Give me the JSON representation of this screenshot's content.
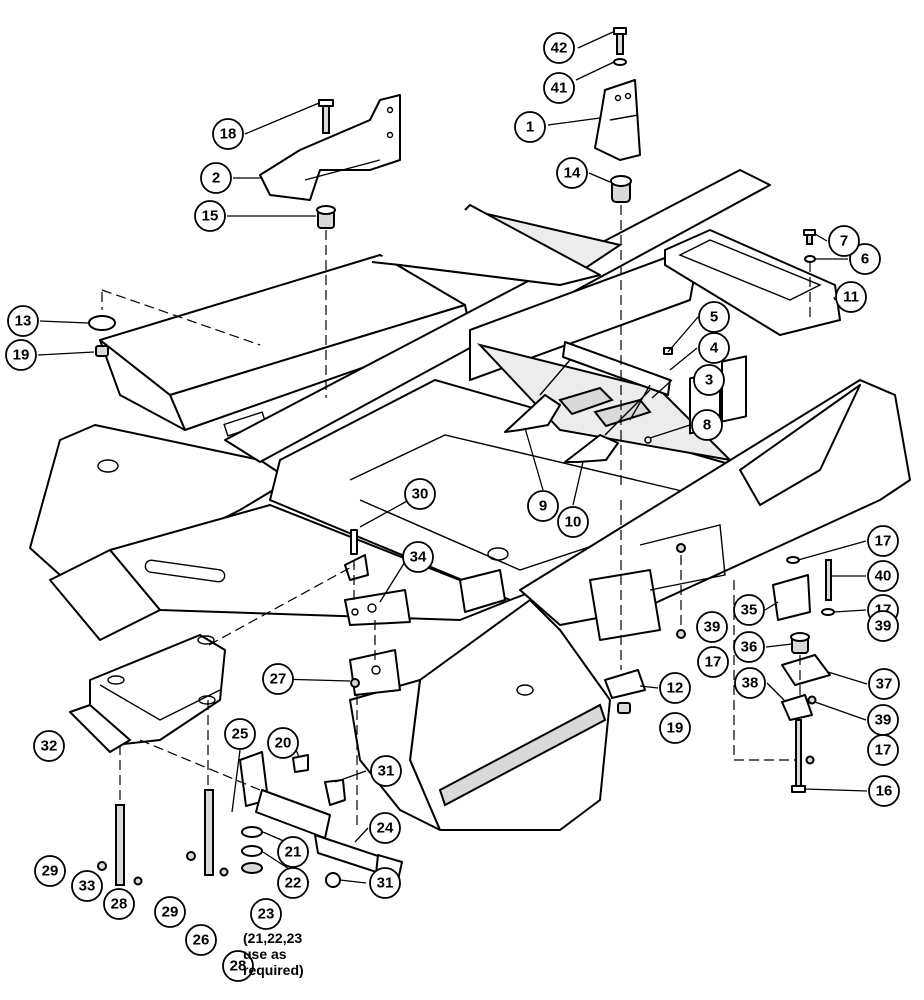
{
  "diagram": {
    "callouts": [
      {
        "label": "1"
      },
      {
        "label": "2"
      },
      {
        "label": "3"
      },
      {
        "label": "4"
      },
      {
        "label": "5"
      },
      {
        "label": "6"
      },
      {
        "label": "7"
      },
      {
        "label": "8"
      },
      {
        "label": "9"
      },
      {
        "label": "10"
      },
      {
        "label": "11"
      },
      {
        "label": "12"
      },
      {
        "label": "13"
      },
      {
        "label": "14"
      },
      {
        "label": "15"
      },
      {
        "label": "16"
      },
      {
        "label": "17"
      },
      {
        "label": "17"
      },
      {
        "label": "17"
      },
      {
        "label": "17"
      },
      {
        "label": "18"
      },
      {
        "label": "19"
      },
      {
        "label": "19"
      },
      {
        "label": "20"
      },
      {
        "label": "21"
      },
      {
        "label": "22"
      },
      {
        "label": "23"
      },
      {
        "label": "24"
      },
      {
        "label": "25"
      },
      {
        "label": "26"
      },
      {
        "label": "27"
      },
      {
        "label": "28"
      },
      {
        "label": "28"
      },
      {
        "label": "29"
      },
      {
        "label": "29"
      },
      {
        "label": "30"
      },
      {
        "label": "31"
      },
      {
        "label": "31"
      },
      {
        "label": "32"
      },
      {
        "label": "33"
      },
      {
        "label": "34"
      },
      {
        "label": "35"
      },
      {
        "label": "36"
      },
      {
        "label": "37"
      },
      {
        "label": "38"
      },
      {
        "label": "39"
      },
      {
        "label": "39"
      },
      {
        "label": "39"
      },
      {
        "label": "40"
      },
      {
        "label": "41"
      },
      {
        "label": "42"
      }
    ],
    "note": {
      "line1": "(21,22,23",
      "line2": "use as",
      "line3": "required)"
    }
  }
}
